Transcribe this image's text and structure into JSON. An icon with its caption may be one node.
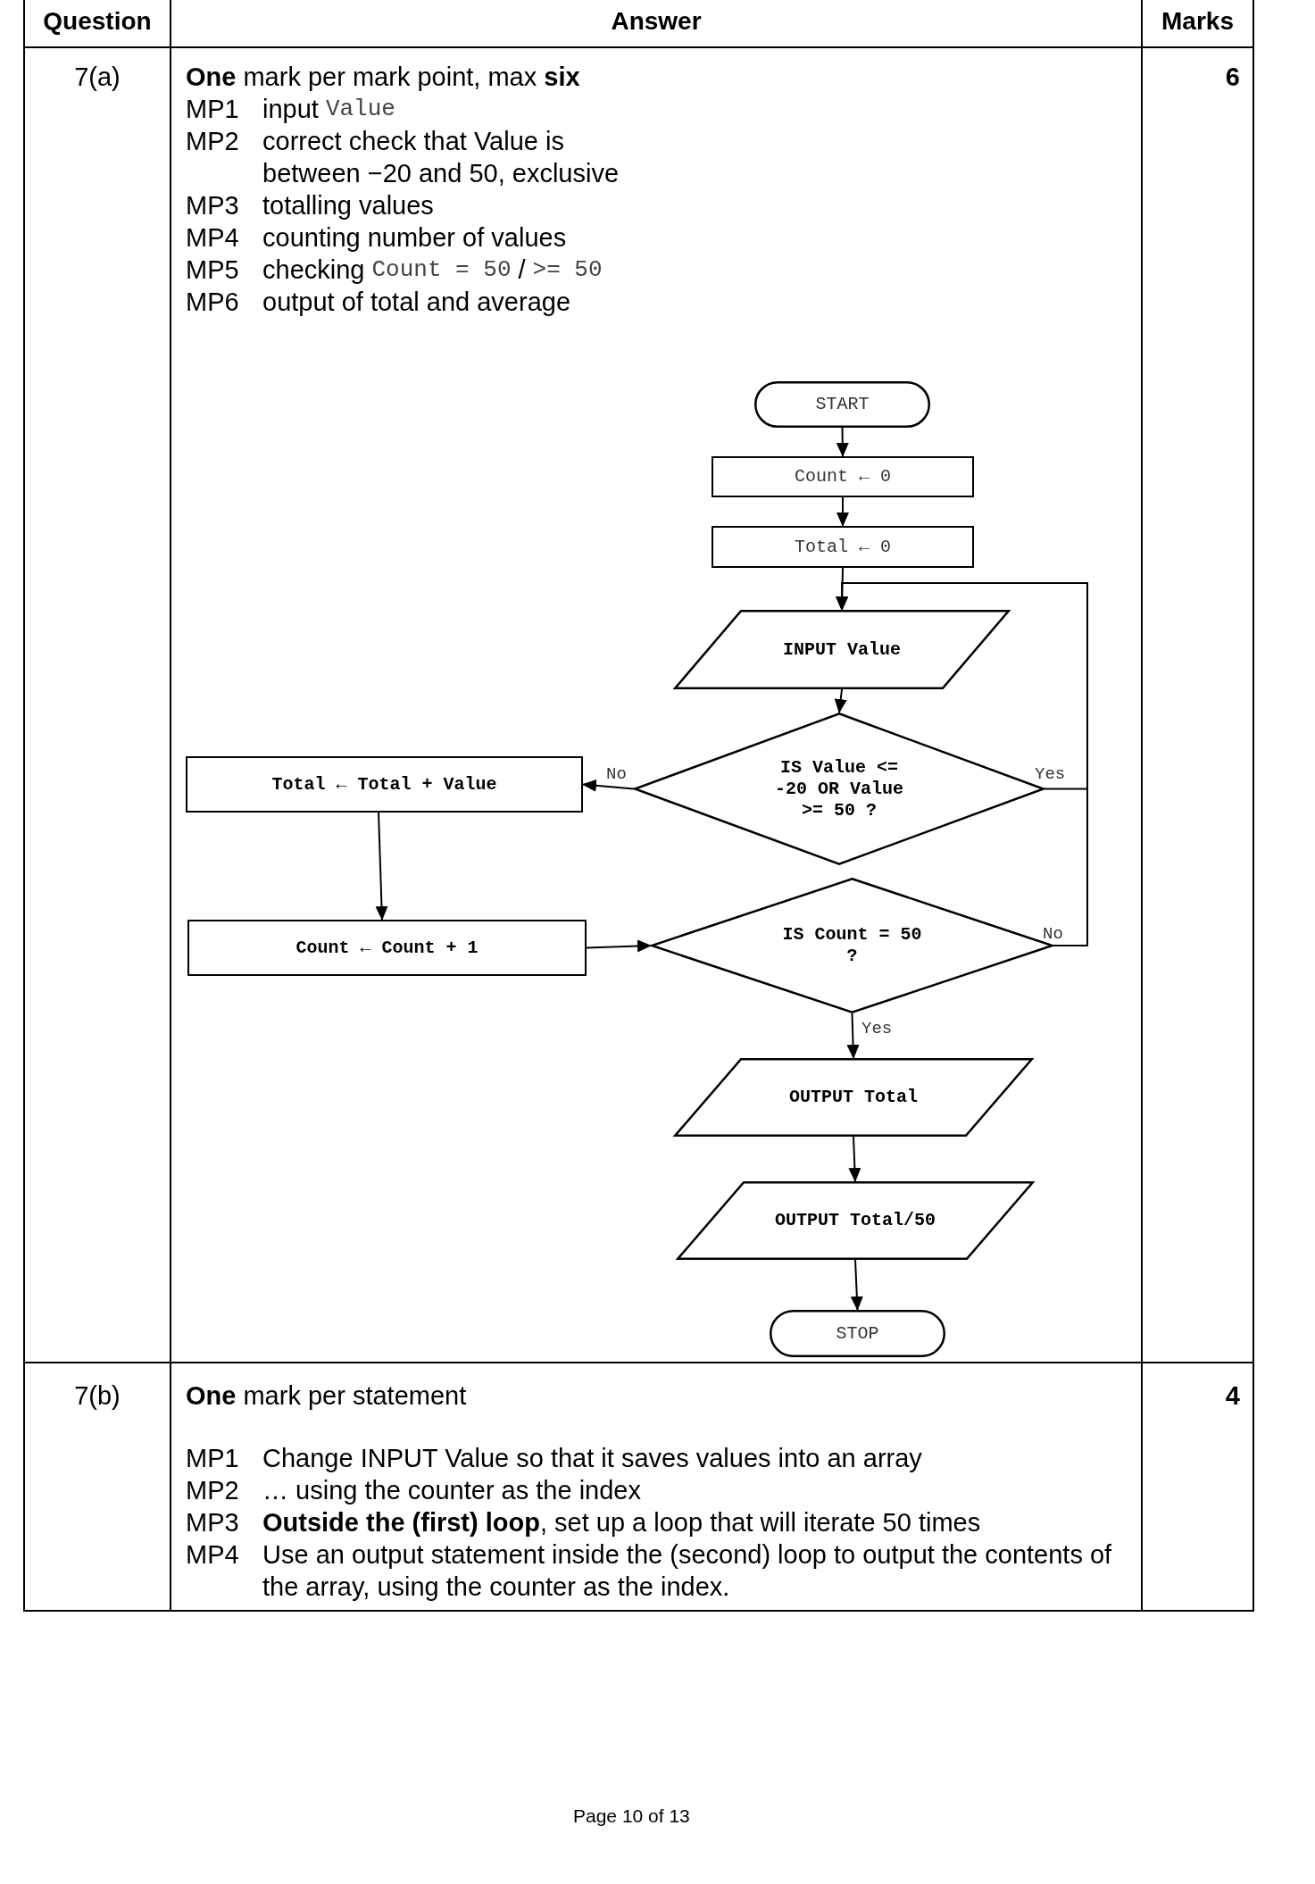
{
  "diagram": {
    "nodes": [
      {
        "text": [
          "START"
        ]
      },
      {
        "text": [
          "Count ← 0"
        ]
      },
      {
        "text": [
          "Total ← 0"
        ]
      },
      {
        "text": [
          "INPUT Value"
        ]
      },
      {
        "text": [
          "IS Value <= -20 OR Value >= 50 ?"
        ]
      },
      {
        "text": [
          "Total ← Total + Value"
        ]
      },
      {
        "text": [
          "Count ← Count + 1"
        ]
      },
      {
        "text": [
          "IS Count = 50 ?"
        ]
      },
      {
        "text": [
          "OUTPUT Total"
        ]
      },
      {
        "text": [
          "OUTPUT Total/50"
        ]
      },
      {
        "text": [
          "STOP"
        ]
      }
    ],
    "edges": [
      {
        "from": 0,
        "to": 1,
        "arrow": "to"
      },
      {
        "from": 1,
        "to": 2,
        "arrow": "to"
      },
      {
        "from": 2,
        "to": 3,
        "arrow": "to"
      },
      {
        "from": 3,
        "to": 4,
        "arrow": "to"
      },
      {
        "from": 4,
        "to": 5,
        "arrow": "to",
        "label": "No"
      },
      {
        "from": 4,
        "to": 3,
        "arrow": "to",
        "label": "Yes"
      },
      {
        "from": 7,
        "to": 3,
        "arrow": "to",
        "label": "No"
      },
      {
        "from": 5,
        "to": 6,
        "arrow": "to"
      },
      {
        "from": 6,
        "to": 7,
        "arrow": "to"
      },
      {
        "from": 7,
        "to": 8,
        "arrow": "to",
        "label": "Yes"
      },
      {
        "from": 8,
        "to": 9,
        "arrow": "to"
      },
      {
        "from": 9,
        "to": 10,
        "arrow": "to"
      }
    ],
    "labels": [
      "Question",
      "Answer",
      "Marks",
      "7(a)",
      "**One** mark per mark point, max **six**",
      "MP1",
      "input",
      "Value",
      "MP2",
      "correct check that Value is between −20 and 50, exclusive",
      "MP3",
      "totalling values",
      "MP4",
      "counting number of values",
      "MP5",
      "checking",
      "Count = 50",
      "/",
      ">= 50",
      "MP6",
      "output of total and average",
      "6",
      "7(b)",
      "**One** mark per statement",
      "MP1",
      "Change INPUT Value so that it saves values into an array",
      "MP2",
      "… using the counter as the index",
      "MP3",
      "**Outside the (first) loop**, set up a loop that will iterate 50 times",
      "MP4",
      "Use an output statement inside the (second) loop to output the contents of the array, using the counter as the index.",
      "4",
      "Page 10 of 13"
    ]
  }
}
